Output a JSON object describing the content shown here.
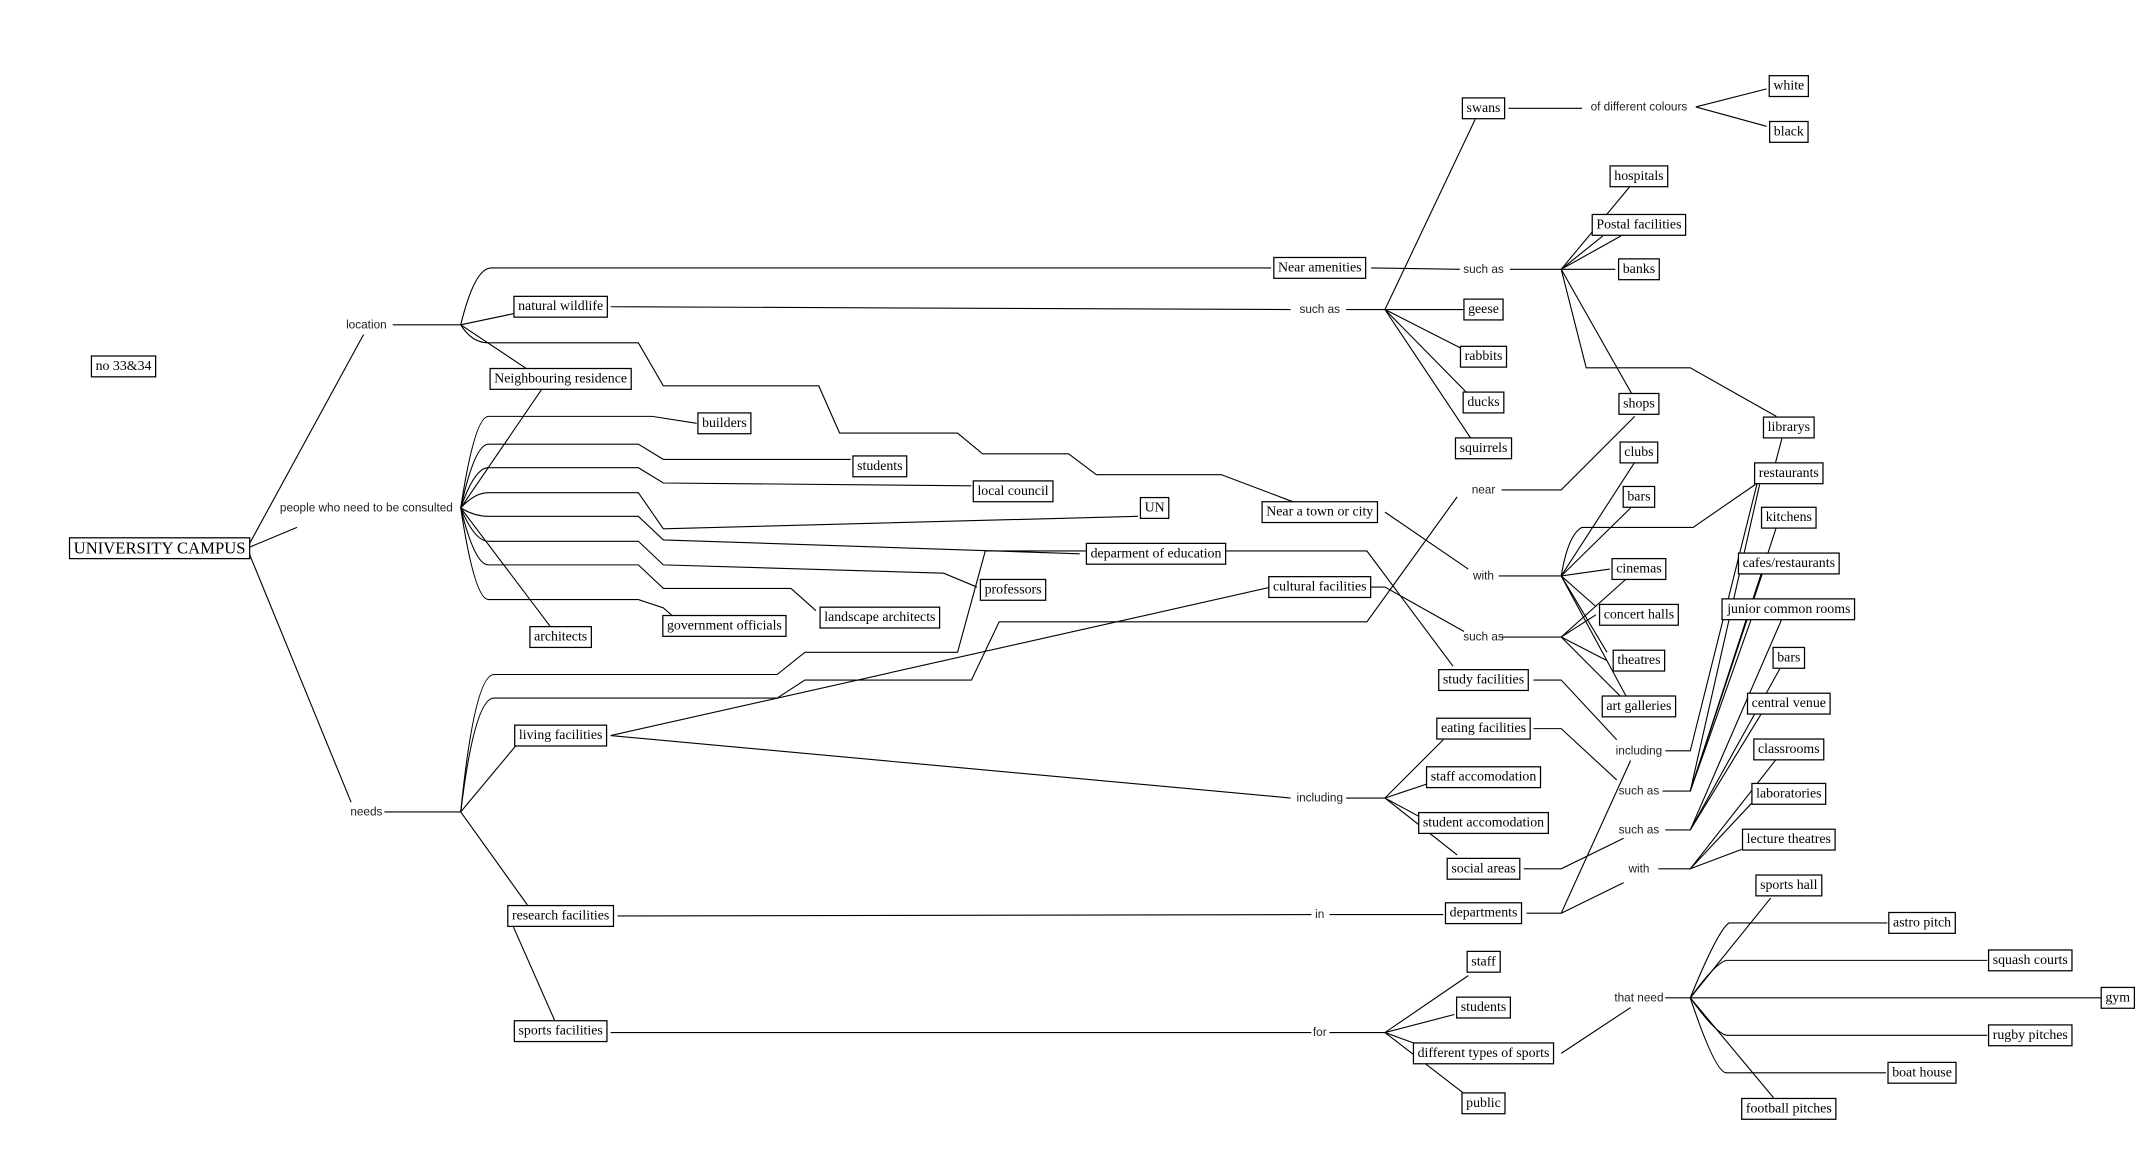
{
  "title_node": "UNIVERSITY CAMPUS",
  "note": "no 33&34",
  "nodes": {
    "location": "location",
    "people": "people who need to be consulted",
    "needs": "needs",
    "natural_wildlife": "natural wildlife",
    "neighbouring_residence": "Neighbouring residence",
    "builders": "builders",
    "students_consulted": "students",
    "local_council": "local council",
    "un": "UN",
    "dept_education": "deparment of education",
    "professors": "professors",
    "landscape_architects": "landscape architects",
    "government_officials": "government officials",
    "architects": "architects",
    "living_facilities": "living facilities",
    "research_facilities": "research facilities",
    "sports_facilities": "sports facilities",
    "near_amenities": "Near amenities",
    "near_town": "Near a town or city",
    "cultural_facilities": "cultural facilities",
    "such_as_wildlife": "such as",
    "including_living": "including",
    "in_research": "in",
    "for_sports": "for",
    "swans": "swans",
    "geese": "geese",
    "rabbits": "rabbits",
    "ducks": "ducks",
    "squirrels": "squirrels",
    "such_as_amenities": "such as",
    "near_label": "near",
    "with_town": "with",
    "such_as_cultural": "such as",
    "study_facilities": "study facilities",
    "eating_facilities": "eating facilities",
    "staff_accomodation": "staff accomodation",
    "student_accomodation": "student accomodation",
    "social_areas": "social areas",
    "departments": "departments",
    "staff": "staff",
    "students_sports": "students",
    "different_sports": "different types of sports",
    "public": "public",
    "of_different_colours": "of different colours",
    "hospitals": "hospitals",
    "postal_facilities": "Postal facilities",
    "banks": "banks",
    "shops": "shops",
    "clubs": "clubs",
    "bars_town": "bars",
    "cinemas": "cinemas",
    "concert_halls": "concert halls",
    "theatres": "theatres",
    "art_galleries": "art galleries",
    "including_study": "including",
    "such_as_eating": "such as",
    "such_as_social": "such as",
    "with_departments": "with",
    "that_need": "that need",
    "white": "white",
    "black": "black",
    "librarys": "librarys",
    "restaurants": "restaurants",
    "kitchens": "kitchens",
    "cafes_restaurants": "cafes/restaurants",
    "junior_common_rooms": "junior common rooms",
    "bars_social": "bars",
    "central_venue": "central venue",
    "classrooms": "classrooms",
    "laboratories": "laboratories",
    "lecture_theatres": "lecture theatres",
    "sports_hall": "sports hall",
    "football_pitches": "football pitches",
    "astro_pitch": "astro pitch",
    "squash_courts": "squash courts",
    "gym": "gym",
    "rugby_pitches": "rugby pitches",
    "boat_house": "boat house"
  }
}
